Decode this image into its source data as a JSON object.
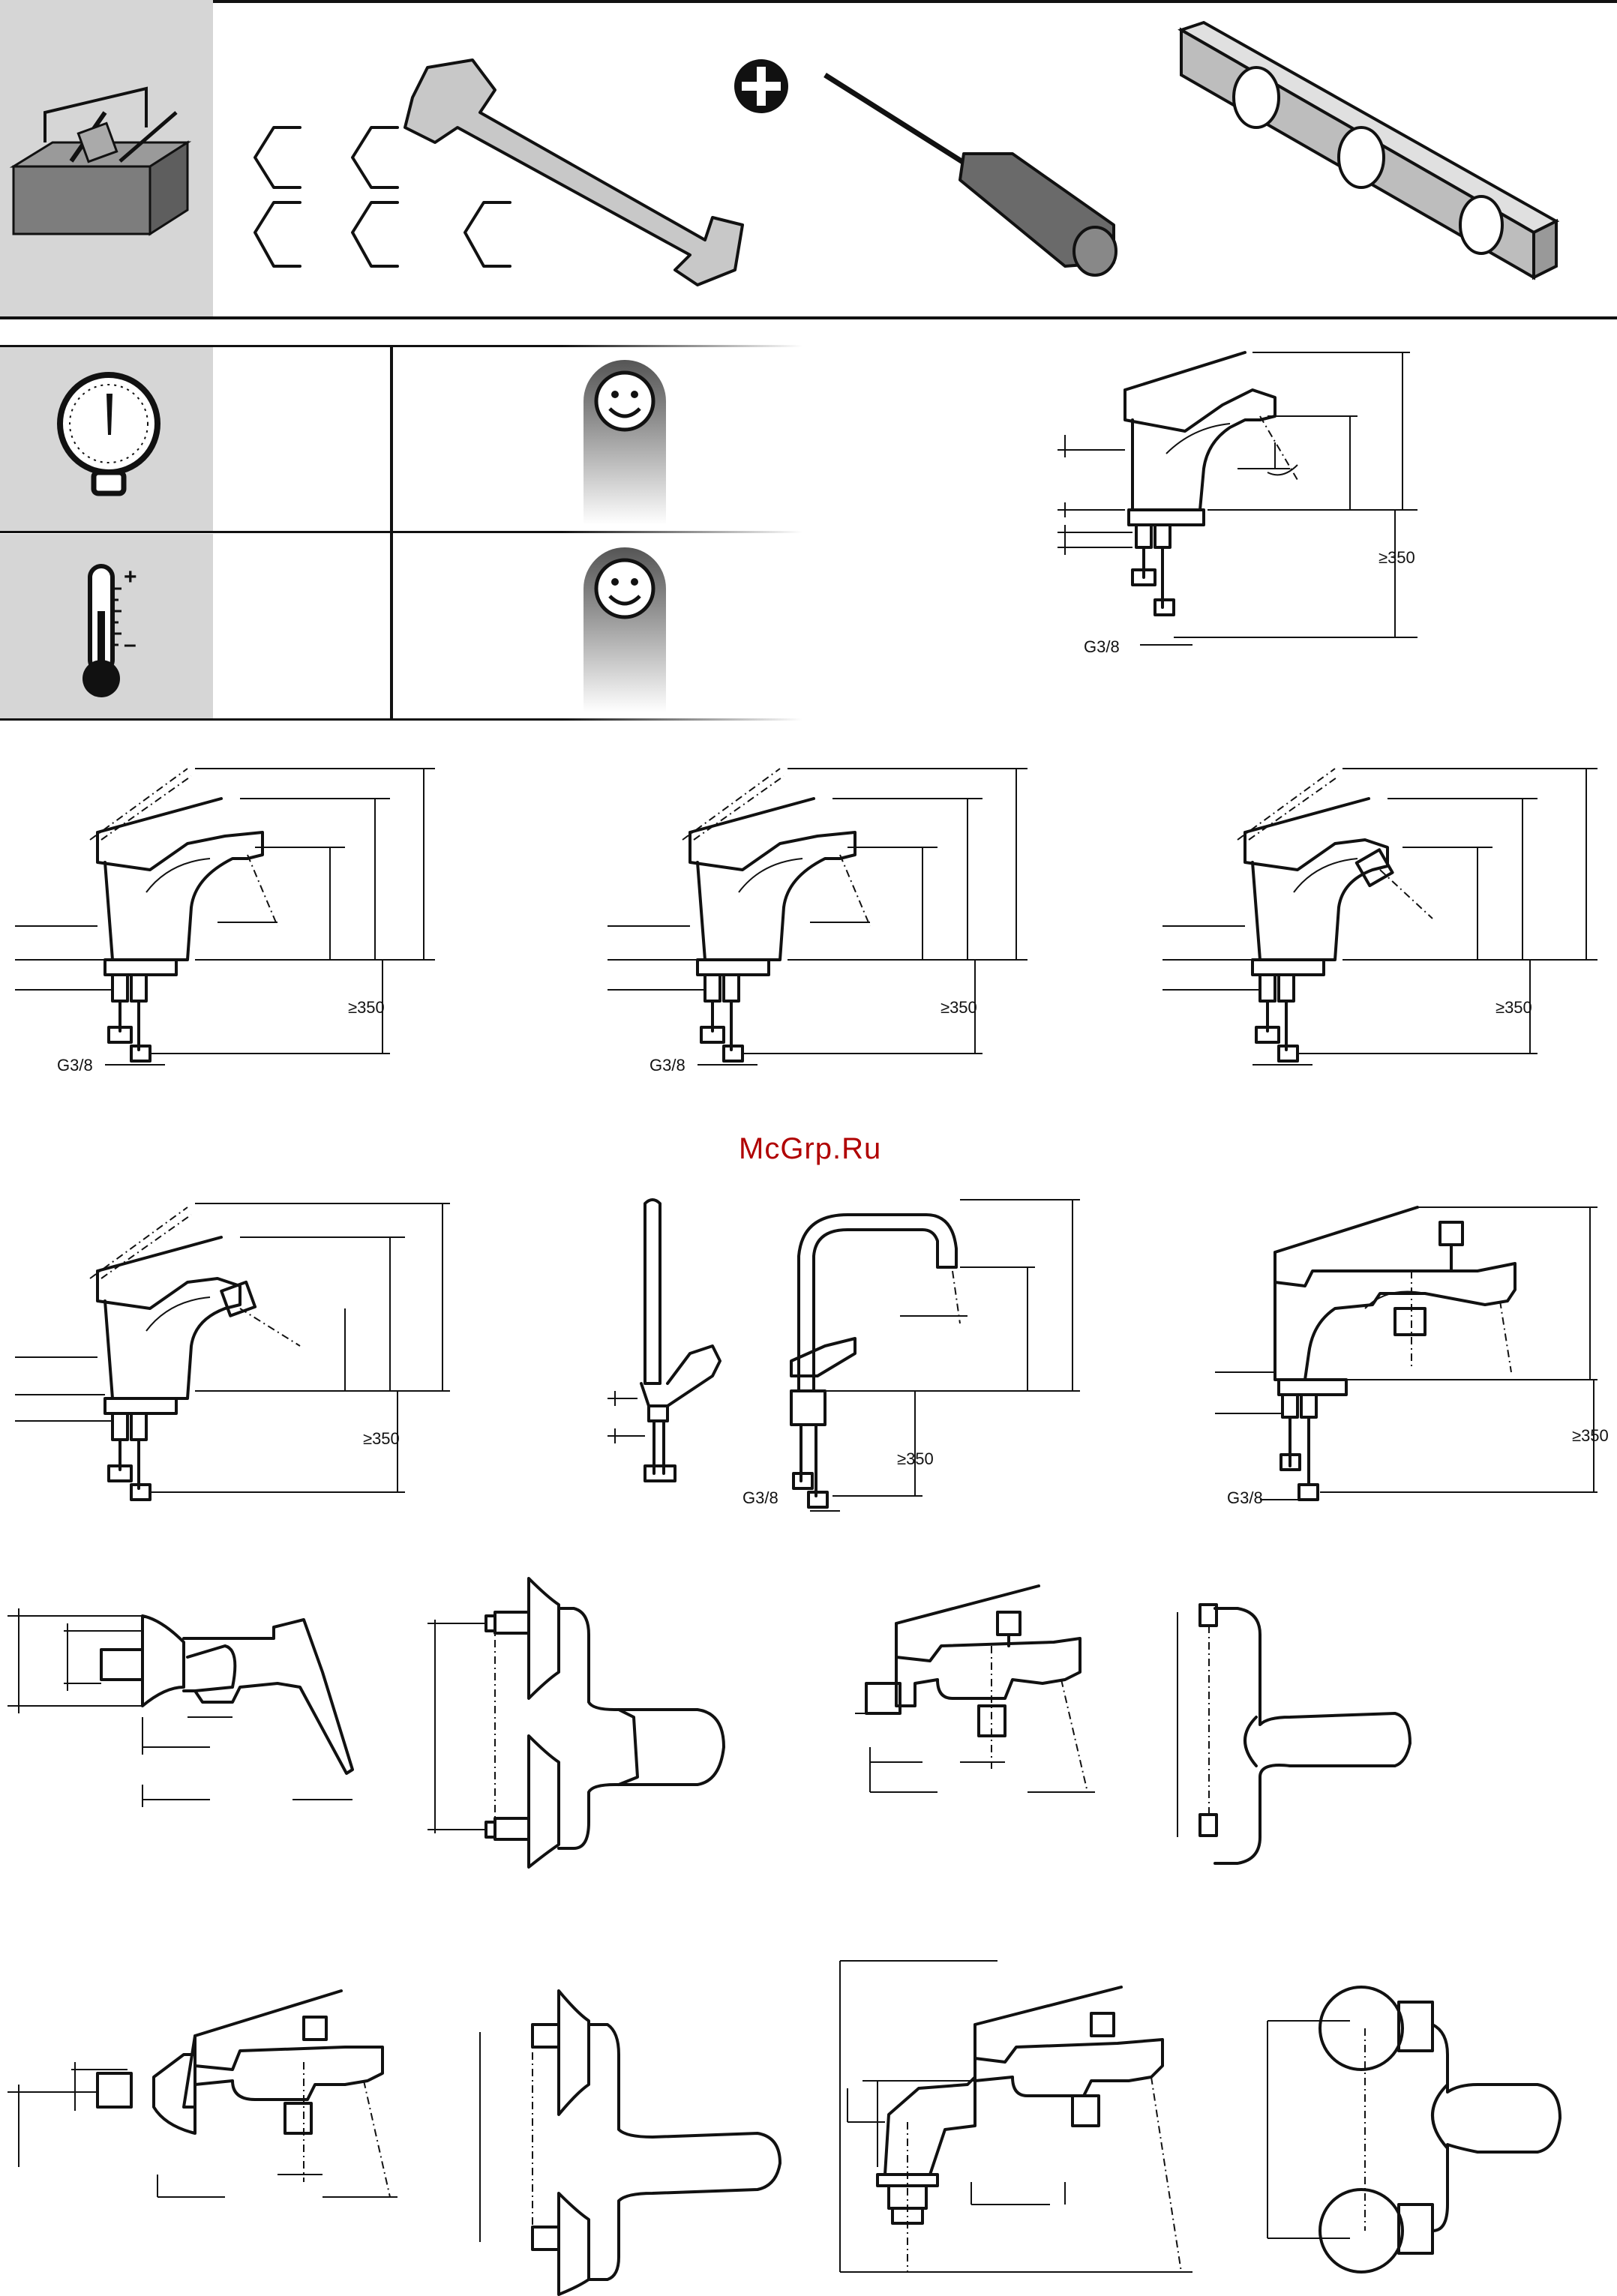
{
  "watermark": "McGrp.Ru",
  "tools": {
    "phillips_symbol": "+",
    "icons": [
      "toolbox-icon",
      "pipe-clip-icon",
      "wrench-icon",
      "phillips-screwdriver-icon",
      "spirit-level-icon"
    ]
  },
  "requirements": {
    "pressure_icon": "pressure-gauge-icon",
    "temperature_icon": "thermometer-icon",
    "temperature_plus": "+",
    "temperature_minus": "–",
    "ok_icon": "smiley-icon"
  },
  "dimension_labels": {
    "min_pipe_length": "≥350",
    "thread": "G3/8"
  },
  "colors": {
    "panel_gray": "#d6d6d6",
    "line": "#111111",
    "watermark": "#b00000"
  }
}
